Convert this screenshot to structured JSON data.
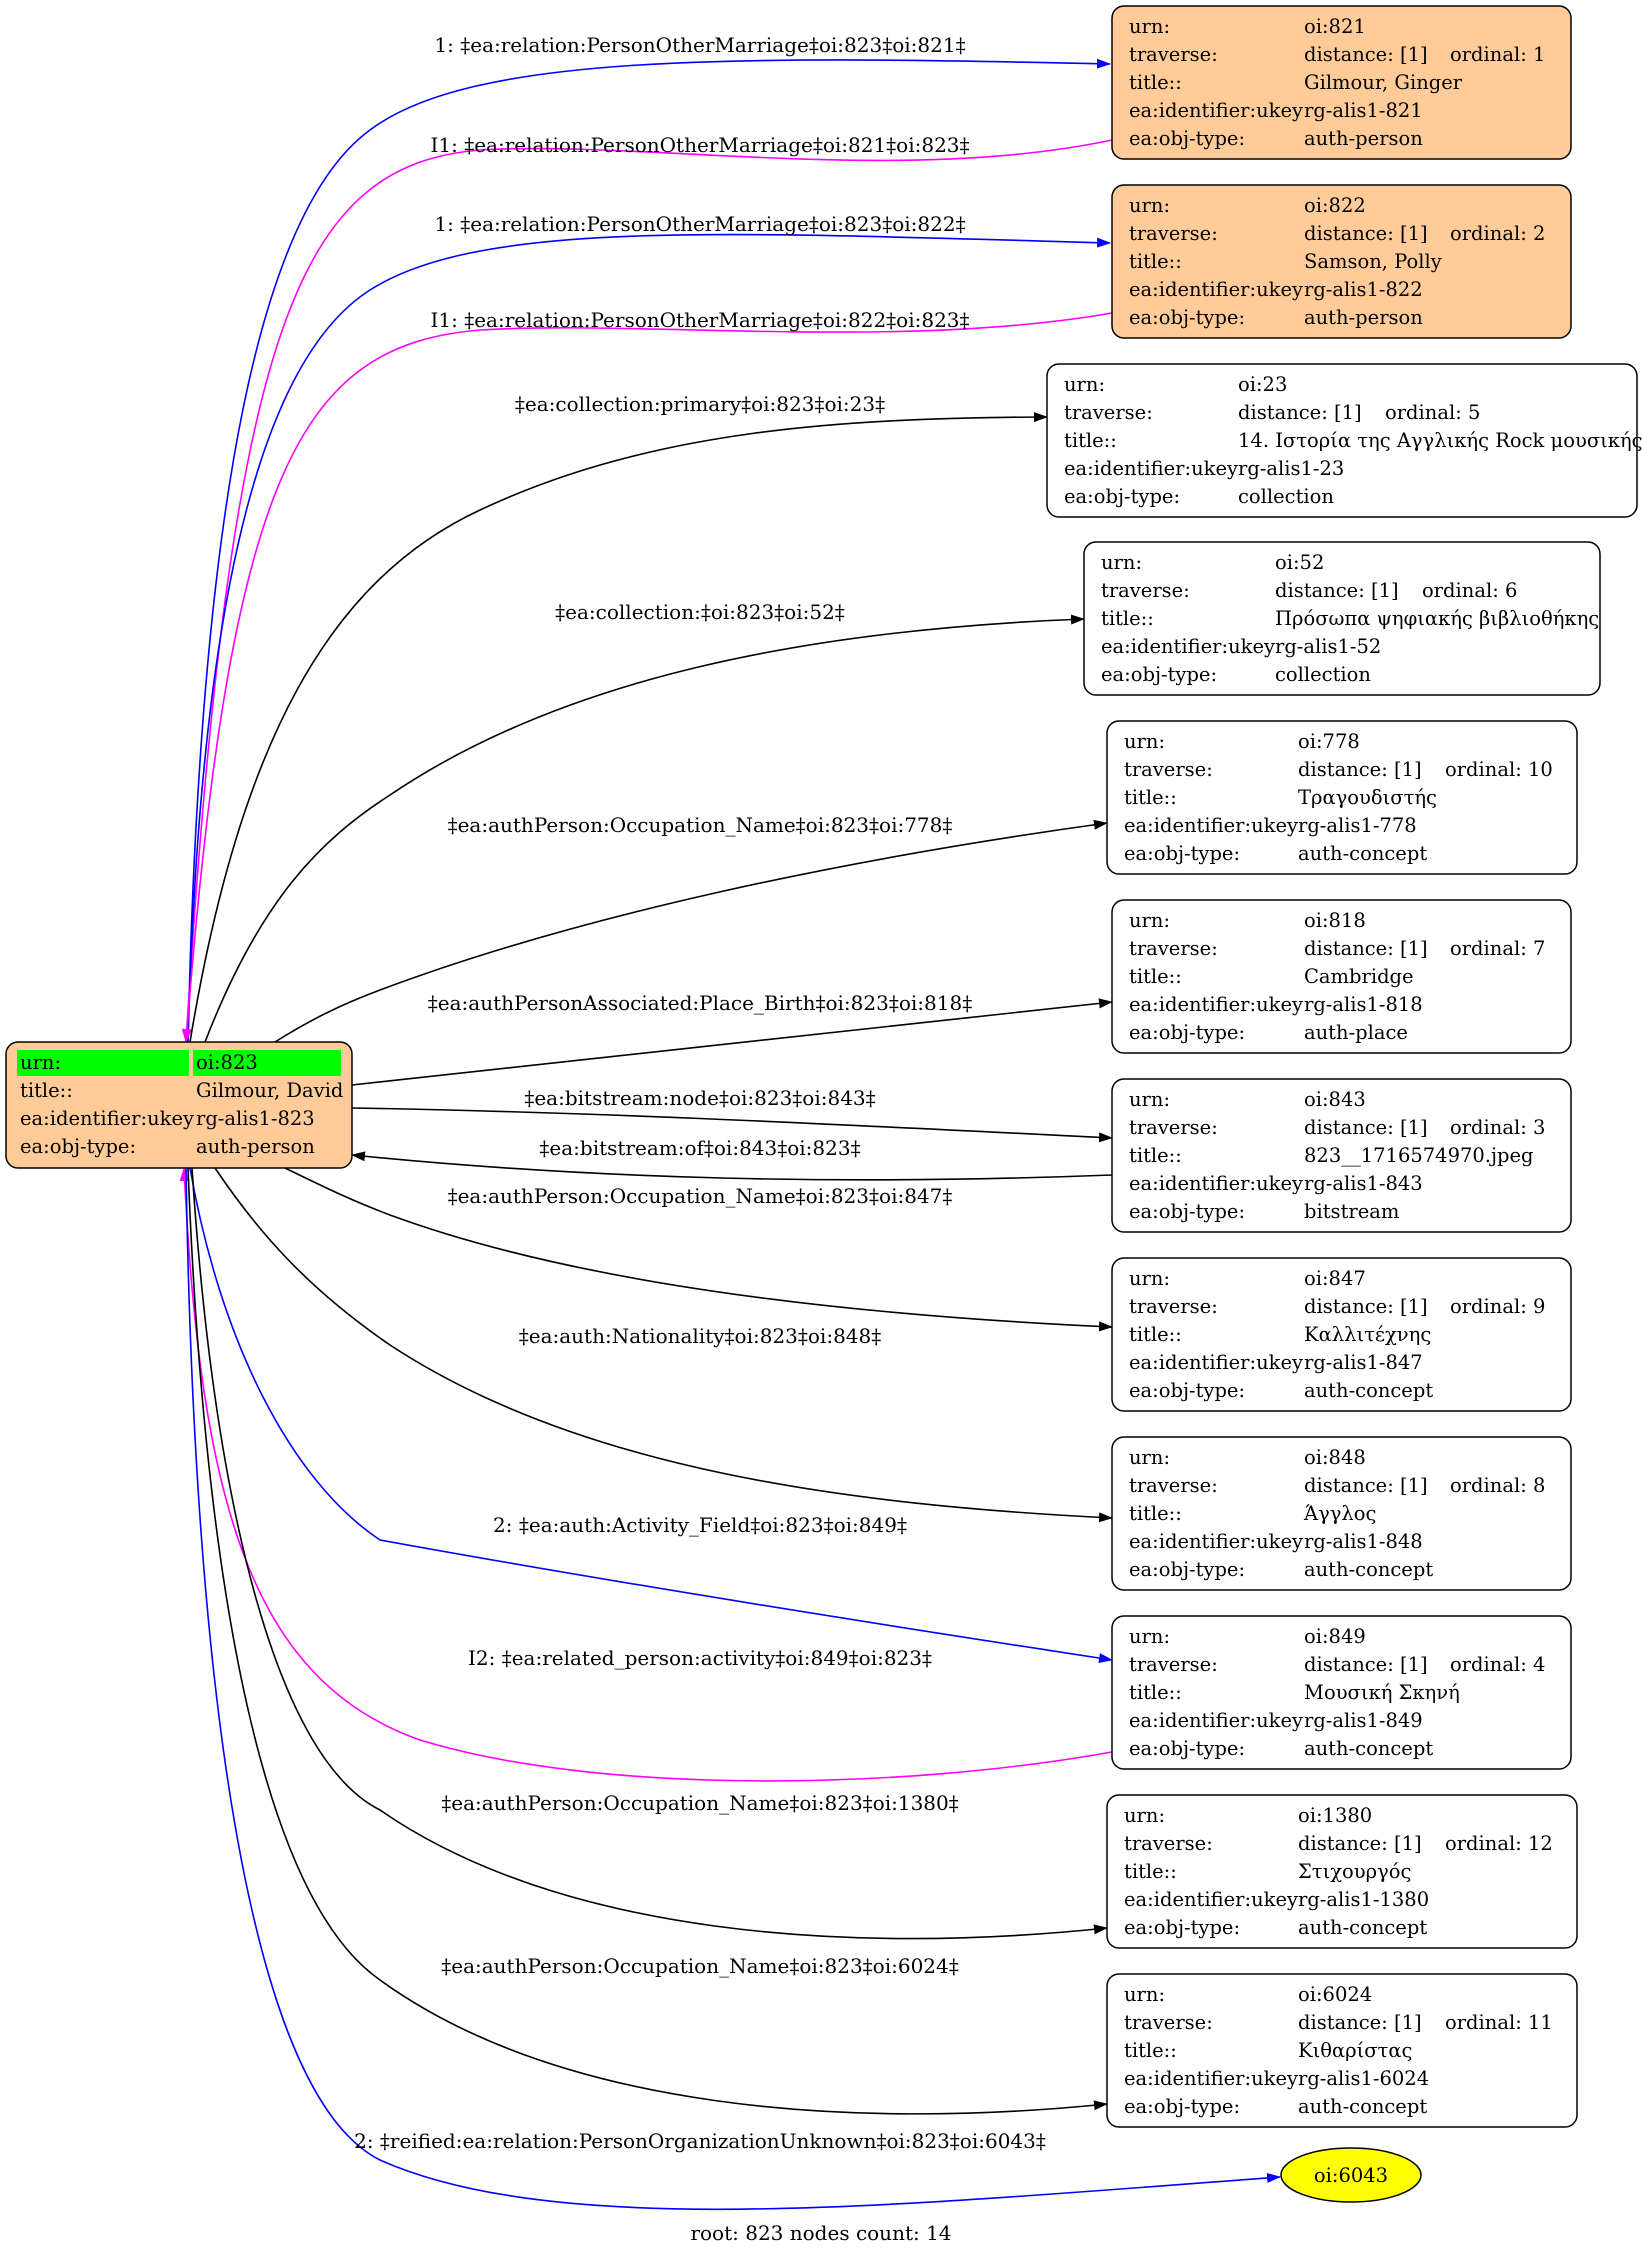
{
  "root": {
    "rows": [
      {
        "key": "urn:",
        "value": "oi:823",
        "highlight": true
      },
      {
        "key": "title::",
        "value": "Gilmour, David"
      },
      {
        "key": "ea:identifier:ukey",
        "value": "rg-alis1-823"
      },
      {
        "key": "ea:obj-type:",
        "value": "auth-person"
      }
    ],
    "fill": "#ffcc99",
    "highlight_color": "#00ff00"
  },
  "nodes": [
    {
      "id": "oi:821",
      "fill": "#ffcc99",
      "rows": [
        {
          "key": "urn:",
          "value": "oi:821"
        },
        {
          "key": "traverse:",
          "value": "distance: [1]",
          "extra": "ordinal: 1"
        },
        {
          "key": "title::",
          "value": "Gilmour, Ginger"
        },
        {
          "key": "ea:identifier:ukey",
          "value": "rg-alis1-821"
        },
        {
          "key": "ea:obj-type:",
          "value": "auth-person"
        }
      ]
    },
    {
      "id": "oi:822",
      "fill": "#ffcc99",
      "rows": [
        {
          "key": "urn:",
          "value": "oi:822"
        },
        {
          "key": "traverse:",
          "value": "distance: [1]",
          "extra": "ordinal: 2"
        },
        {
          "key": "title::",
          "value": "Samson, Polly"
        },
        {
          "key": "ea:identifier:ukey",
          "value": "rg-alis1-822"
        },
        {
          "key": "ea:obj-type:",
          "value": "auth-person"
        }
      ]
    },
    {
      "id": "oi:23",
      "fill": "#ffffff",
      "rows": [
        {
          "key": "urn:",
          "value": "oi:23"
        },
        {
          "key": "traverse:",
          "value": "distance: [1]",
          "extra": "ordinal: 5"
        },
        {
          "key": "title::",
          "value": "14. Ιστορία της Αγγλικής Rock μουσικής"
        },
        {
          "key": "ea:identifier:ukey",
          "value": "rg-alis1-23"
        },
        {
          "key": "ea:obj-type:",
          "value": "collection"
        }
      ]
    },
    {
      "id": "oi:52",
      "fill": "#ffffff",
      "rows": [
        {
          "key": "urn:",
          "value": "oi:52"
        },
        {
          "key": "traverse:",
          "value": "distance: [1]",
          "extra": "ordinal: 6"
        },
        {
          "key": "title::",
          "value": "Πρόσωπα ψηφιακής βιβλιοθήκης"
        },
        {
          "key": "ea:identifier:ukey",
          "value": "rg-alis1-52"
        },
        {
          "key": "ea:obj-type:",
          "value": "collection"
        }
      ]
    },
    {
      "id": "oi:778",
      "fill": "#ffffff",
      "rows": [
        {
          "key": "urn:",
          "value": "oi:778"
        },
        {
          "key": "traverse:",
          "value": "distance: [1]",
          "extra": "ordinal: 10"
        },
        {
          "key": "title::",
          "value": "Τραγουδιστής"
        },
        {
          "key": "ea:identifier:ukey",
          "value": "rg-alis1-778"
        },
        {
          "key": "ea:obj-type:",
          "value": "auth-concept"
        }
      ]
    },
    {
      "id": "oi:818",
      "fill": "#ffffff",
      "rows": [
        {
          "key": "urn:",
          "value": "oi:818"
        },
        {
          "key": "traverse:",
          "value": "distance: [1]",
          "extra": "ordinal: 7"
        },
        {
          "key": "title::",
          "value": "Cambridge"
        },
        {
          "key": "ea:identifier:ukey",
          "value": "rg-alis1-818"
        },
        {
          "key": "ea:obj-type:",
          "value": "auth-place"
        }
      ]
    },
    {
      "id": "oi:843",
      "fill": "#ffffff",
      "rows": [
        {
          "key": "urn:",
          "value": "oi:843"
        },
        {
          "key": "traverse:",
          "value": "distance: [1]",
          "extra": "ordinal: 3"
        },
        {
          "key": "title::",
          "value": "823__1716574970.jpeg"
        },
        {
          "key": "ea:identifier:ukey",
          "value": "rg-alis1-843"
        },
        {
          "key": "ea:obj-type:",
          "value": "bitstream"
        }
      ]
    },
    {
      "id": "oi:847",
      "fill": "#ffffff",
      "rows": [
        {
          "key": "urn:",
          "value": "oi:847"
        },
        {
          "key": "traverse:",
          "value": "distance: [1]",
          "extra": "ordinal: 9"
        },
        {
          "key": "title::",
          "value": "Καλλιτέχνης"
        },
        {
          "key": "ea:identifier:ukey",
          "value": "rg-alis1-847"
        },
        {
          "key": "ea:obj-type:",
          "value": "auth-concept"
        }
      ]
    },
    {
      "id": "oi:848",
      "fill": "#ffffff",
      "rows": [
        {
          "key": "urn:",
          "value": "oi:848"
        },
        {
          "key": "traverse:",
          "value": "distance: [1]",
          "extra": "ordinal: 8"
        },
        {
          "key": "title::",
          "value": "Άγγλος"
        },
        {
          "key": "ea:identifier:ukey",
          "value": "rg-alis1-848"
        },
        {
          "key": "ea:obj-type:",
          "value": "auth-concept"
        }
      ]
    },
    {
      "id": "oi:849",
      "fill": "#ffffff",
      "rows": [
        {
          "key": "urn:",
          "value": "oi:849"
        },
        {
          "key": "traverse:",
          "value": "distance: [1]",
          "extra": "ordinal: 4"
        },
        {
          "key": "title::",
          "value": "Μουσική Σκηνή"
        },
        {
          "key": "ea:identifier:ukey",
          "value": "rg-alis1-849"
        },
        {
          "key": "ea:obj-type:",
          "value": "auth-concept"
        }
      ]
    },
    {
      "id": "oi:1380",
      "fill": "#ffffff",
      "rows": [
        {
          "key": "urn:",
          "value": "oi:1380"
        },
        {
          "key": "traverse:",
          "value": "distance: [1]",
          "extra": "ordinal: 12"
        },
        {
          "key": "title::",
          "value": "Στιχουργός"
        },
        {
          "key": "ea:identifier:ukey",
          "value": "rg-alis1-1380"
        },
        {
          "key": "ea:obj-type:",
          "value": "auth-concept"
        }
      ]
    },
    {
      "id": "oi:6024",
      "fill": "#ffffff",
      "rows": [
        {
          "key": "urn:",
          "value": "oi:6024"
        },
        {
          "key": "traverse:",
          "value": "distance: [1]",
          "extra": "ordinal: 11"
        },
        {
          "key": "title::",
          "value": "Κιθαρίστας"
        },
        {
          "key": "ea:identifier:ukey",
          "value": "rg-alis1-6024"
        },
        {
          "key": "ea:obj-type:",
          "value": "auth-concept"
        }
      ]
    }
  ],
  "ellipse_node": {
    "label": "oi:6043",
    "fill": "#ffff00"
  },
  "edges": [
    {
      "label": "1: ‡ea:relation:PersonOtherMarriage‡oi:823‡oi:821‡",
      "color": "#0000ff"
    },
    {
      "label": "I1: ‡ea:relation:PersonOtherMarriage‡oi:821‡oi:823‡",
      "color": "#ff00ff"
    },
    {
      "label": "1: ‡ea:relation:PersonOtherMarriage‡oi:823‡oi:822‡",
      "color": "#0000ff"
    },
    {
      "label": "I1: ‡ea:relation:PersonOtherMarriage‡oi:822‡oi:823‡",
      "color": "#ff00ff"
    },
    {
      "label": "‡ea:collection:primary‡oi:823‡oi:23‡",
      "color": "#000000"
    },
    {
      "label": "‡ea:collection:‡oi:823‡oi:52‡",
      "color": "#000000"
    },
    {
      "label": "‡ea:authPerson:Occupation_Name‡oi:823‡oi:778‡",
      "color": "#000000"
    },
    {
      "label": "‡ea:authPersonAssociated:Place_Birth‡oi:823‡oi:818‡",
      "color": "#000000"
    },
    {
      "label": "‡ea:bitstream:node‡oi:823‡oi:843‡",
      "color": "#000000"
    },
    {
      "label": "‡ea:bitstream:of‡oi:843‡oi:823‡",
      "color": "#000000"
    },
    {
      "label": "‡ea:authPerson:Occupation_Name‡oi:823‡oi:847‡",
      "color": "#000000"
    },
    {
      "label": "‡ea:auth:Nationality‡oi:823‡oi:848‡",
      "color": "#000000"
    },
    {
      "label": "2: ‡ea:auth:Activity_Field‡oi:823‡oi:849‡",
      "color": "#0000ff"
    },
    {
      "label": "I2: ‡ea:related_person:activity‡oi:849‡oi:823‡",
      "color": "#ff00ff"
    },
    {
      "label": "‡ea:authPerson:Occupation_Name‡oi:823‡oi:1380‡",
      "color": "#000000"
    },
    {
      "label": "‡ea:authPerson:Occupation_Name‡oi:823‡oi:6024‡",
      "color": "#000000"
    },
    {
      "label": "2: ‡reified:ea:relation:PersonOrganizationUnknown‡oi:823‡oi:6043‡",
      "color": "#0000ff"
    }
  ],
  "caption": "root: 823 nodes count: 14"
}
